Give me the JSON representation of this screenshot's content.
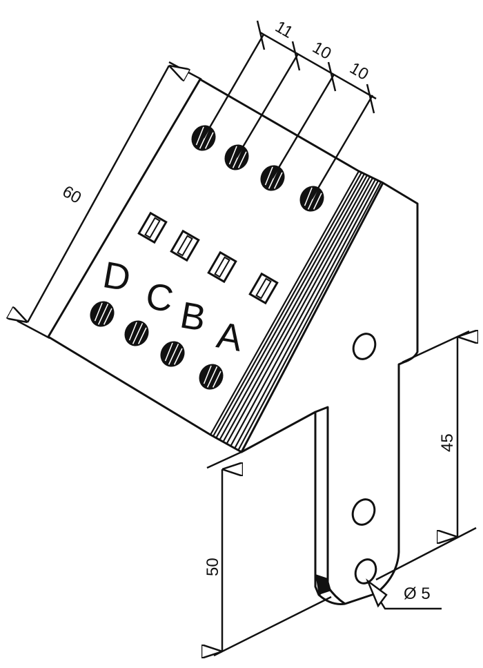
{
  "dimensions": {
    "hole_spacing_1": "11",
    "hole_spacing_2": "10",
    "hole_spacing_3": "10",
    "plate_height": "60",
    "bracket_height": "45",
    "leg_height": "50",
    "hole_diameter": "Ø 5"
  },
  "labels": [
    "D",
    "C",
    "B",
    "A"
  ],
  "colors": {
    "line": "#111111",
    "background": "#ffffff"
  }
}
